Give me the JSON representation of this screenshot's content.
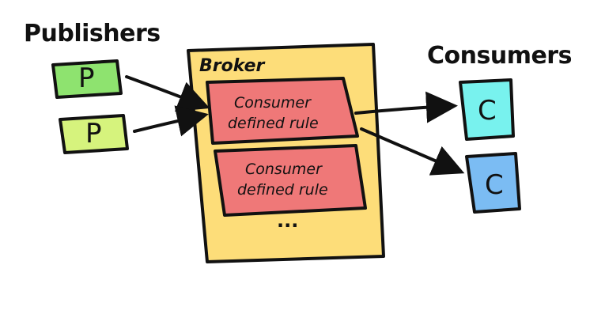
{
  "title": "Publishers",
  "broker": {
    "label": "Broker",
    "rules": [
      {
        "line1": "Consumer",
        "line2": "defined rule"
      },
      {
        "line1": "Consumer",
        "line2": "defined rule"
      }
    ],
    "more": "..."
  },
  "publishers": {
    "items": [
      {
        "label": "P"
      },
      {
        "label": "P"
      }
    ]
  },
  "consumers": {
    "title": "Consumers",
    "items": [
      {
        "label": "C"
      },
      {
        "label": "C"
      }
    ]
  },
  "colors": {
    "broker_fill": "#fddd79",
    "rule_fill": "#ef7878",
    "publisher_1_fill": "#8ee36f",
    "publisher_2_fill": "#d6f37d",
    "consumer_1_fill": "#78f2ee",
    "consumer_2_fill": "#7bbcf3",
    "ink": "#111111"
  }
}
